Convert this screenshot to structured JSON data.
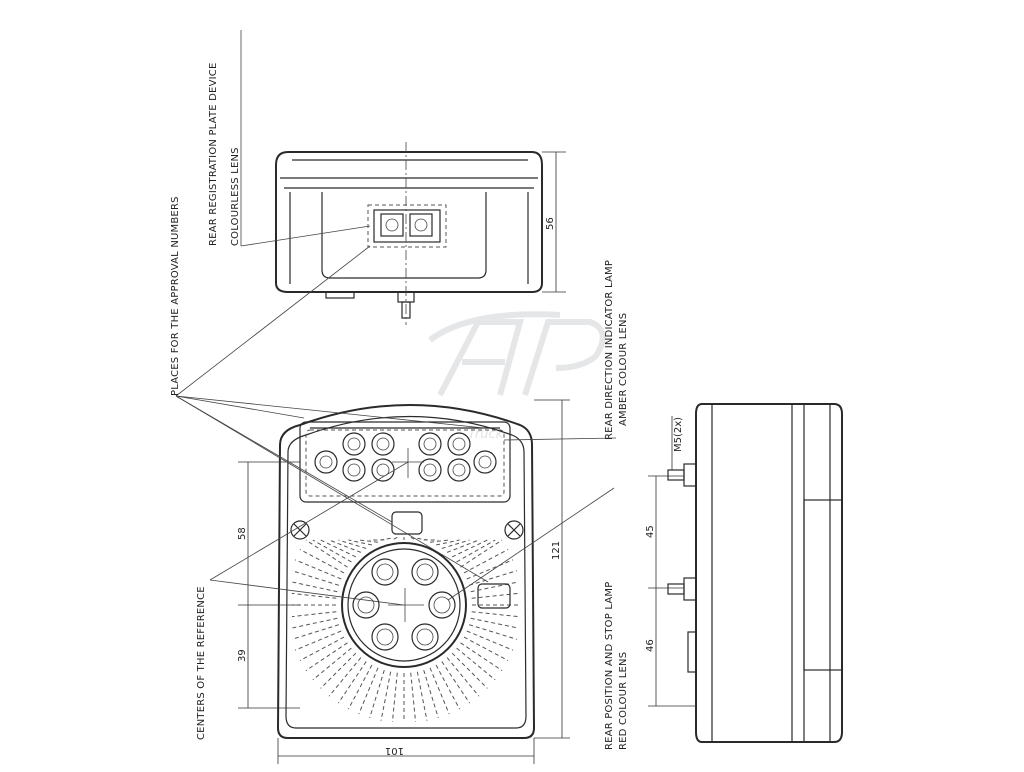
{
  "labels": {
    "plate_device": "REAR REGISTRATION PLATE DEVICE",
    "plate_lens": "COLOURLESS LENS",
    "approval_places": "PLACES FOR THE APPROVAL NUMBERS",
    "indicator_lamp": "REAR DIRECTION INDICATOR LAMP",
    "indicator_lens": "AMBER COLOUR LENS",
    "stop_lamp": "REAR POSITION AND STOP LAMP",
    "stop_lens": "RED COLOUR LENS",
    "reference_centers": "CENTERS OF THE REFERENCE"
  },
  "dimensions": {
    "top_height": "56",
    "front_upper": "58",
    "front_lower": "39",
    "front_height": "121",
    "front_width": "101",
    "side_upper": "45",
    "side_lower": "46",
    "stud_thread": "M5(2x)"
  },
  "watermark": {
    "logo_letters": "AP",
    "tagline": "Truck"
  }
}
